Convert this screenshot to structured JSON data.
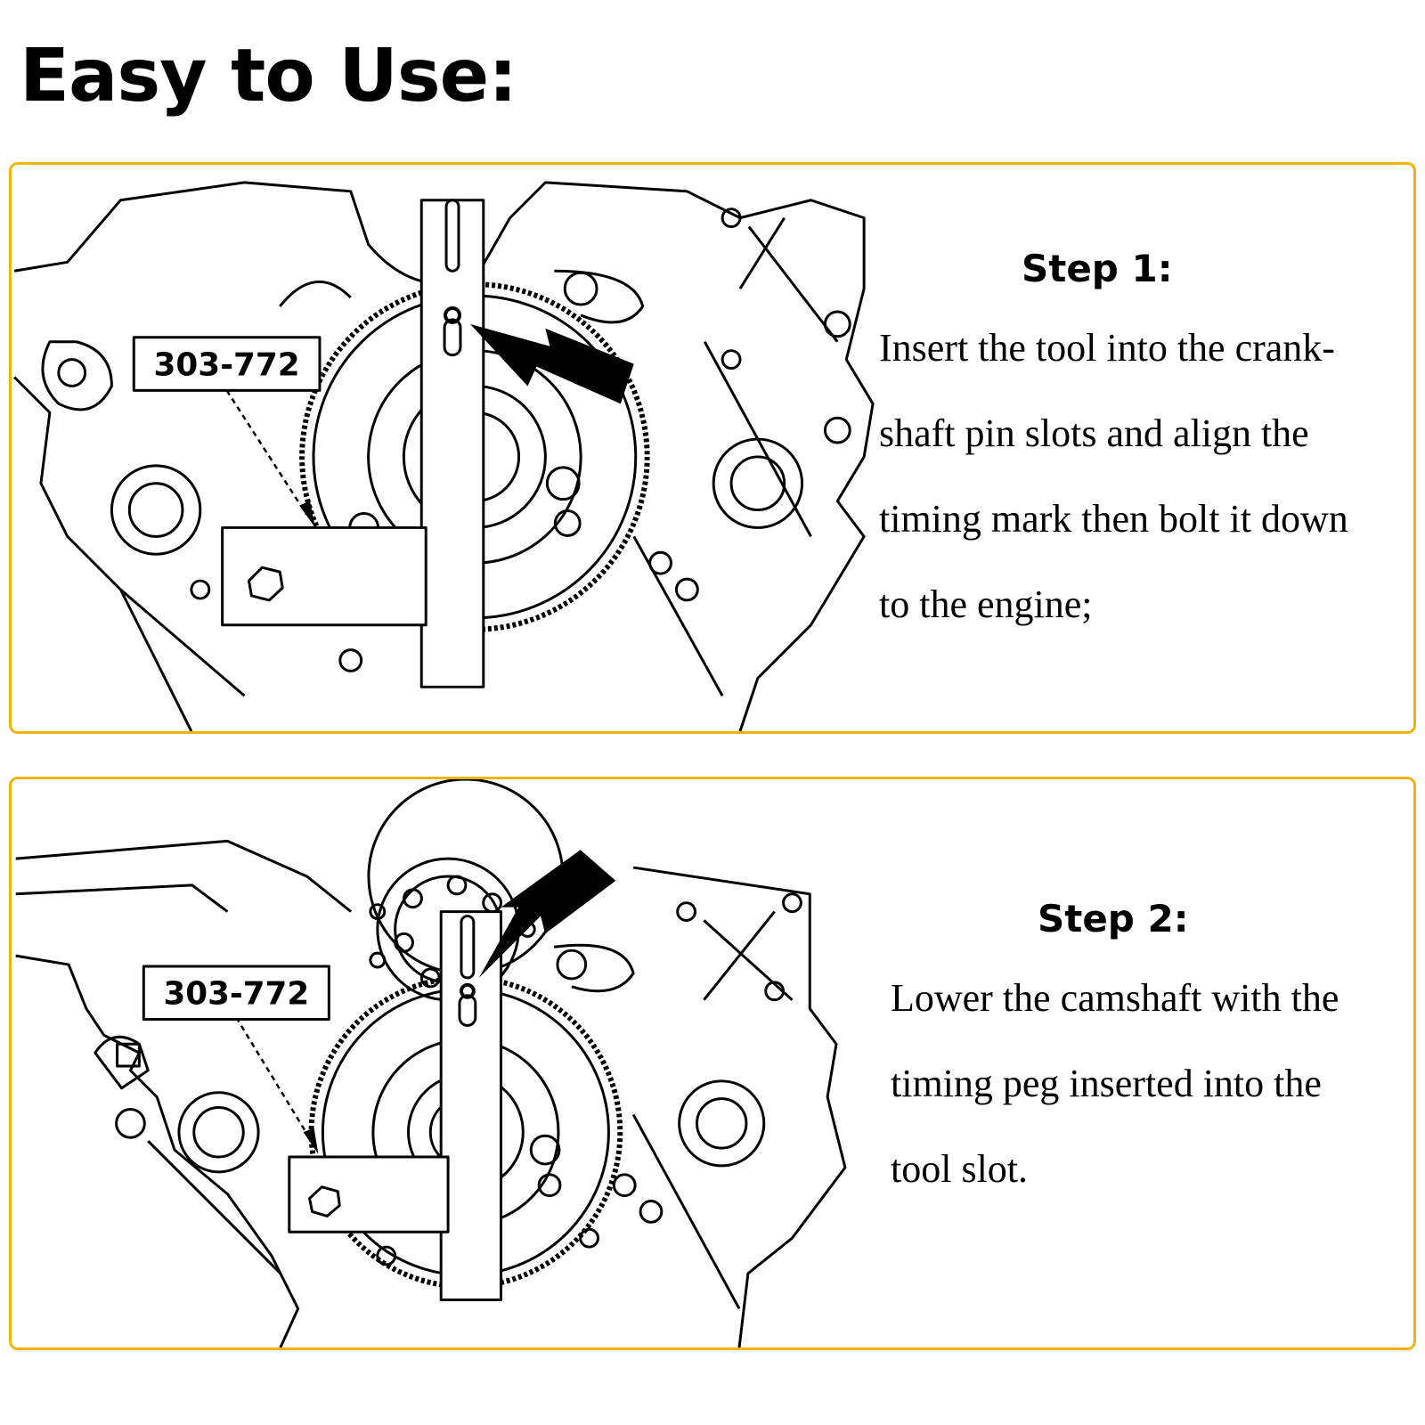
{
  "heading": "Easy to Use:",
  "colors": {
    "panel_border": "#f2b400",
    "ink": "#000000"
  },
  "steps": [
    {
      "title": "Step 1:",
      "part_number": "303-772",
      "lines": [
        "Insert the tool into the crank-",
        "shaft pin slots and align the",
        "timing mark then bolt it down",
        "to the engine;"
      ]
    },
    {
      "title": "Step 2:",
      "part_number": "303-772",
      "lines": [
        "Lower the camshaft with the",
        "timing peg inserted into the",
        "tool slot."
      ]
    }
  ]
}
